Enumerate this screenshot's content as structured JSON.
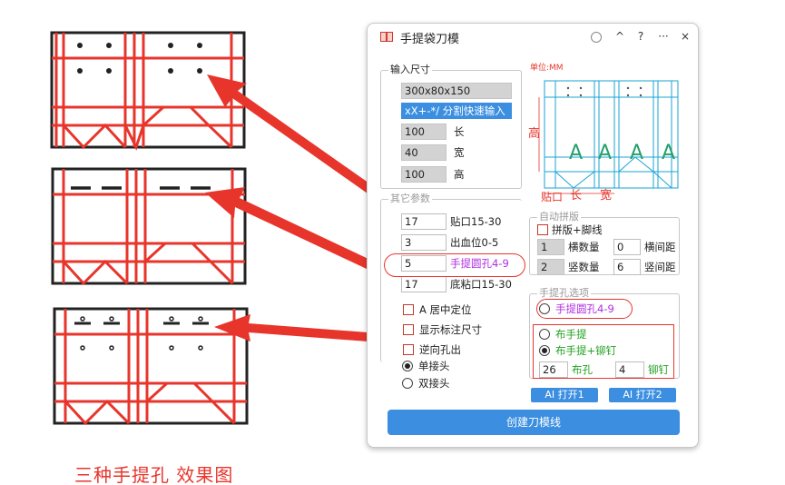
{
  "caption": "三种手提孔 效果图",
  "dialog": {
    "title": "手提袋刀模",
    "controls": {
      "minimize": "^",
      "help": "?",
      "more": "···",
      "close": "×"
    }
  },
  "input_size": {
    "title": "输入尺寸",
    "size_value": "300x80x150",
    "quick_input_hint": "xX+-*/ 分割快速输入",
    "length_value": "100",
    "length_label": "长",
    "width_value": "40",
    "width_label": "宽",
    "height_value": "100",
    "height_label": "高"
  },
  "preview": {
    "unit": "单位:MM",
    "height_label": "高",
    "paste_label": "贴口",
    "length_label": "长",
    "width_label": "宽",
    "panel_letter": "A"
  },
  "other_params": {
    "title": "其它参数",
    "paste_value": "17",
    "paste_label": "贴口15-30",
    "bleed_value": "3",
    "bleed_label": "出血位0-5",
    "hole_value": "5",
    "hole_label": "手提圆孔4-9",
    "bottom_value": "17",
    "bottom_label": "底粘口15-30"
  },
  "options": {
    "center": "A 居中定位",
    "show_dims": "显示标注尺寸",
    "reverse": "逆向孔出",
    "single": "单接头",
    "double": "双接头"
  },
  "imposition": {
    "title": "自动拼版",
    "checkbox": "拼版+脚线",
    "h_count_value": "1",
    "h_count_label": "横数量",
    "h_gap_value": "0",
    "h_gap_label": "横间距",
    "v_count_value": "2",
    "v_count_label": "竖数量",
    "v_gap_value": "6",
    "v_gap_label": "竖间距"
  },
  "hole_options": {
    "title": "手提孔选项",
    "round": "手提圆孔4-9",
    "cloth": "布手提",
    "cloth_rivet": "布手提+铆钉",
    "cloth_hole_value": "26",
    "cloth_hole_label": "布孔",
    "rivet_value": "4",
    "rivet_label": "铆钉"
  },
  "buttons": {
    "ai_open1": "AI 打开1",
    "ai_open2": "AI 打开2",
    "create": "创建刀模线"
  },
  "colors": {
    "accent": "#3c8fe0",
    "annotation": "#e8352c",
    "outline": "#222222",
    "preview_lines": "#1aa3d6",
    "preview_text": "#22a06b"
  }
}
